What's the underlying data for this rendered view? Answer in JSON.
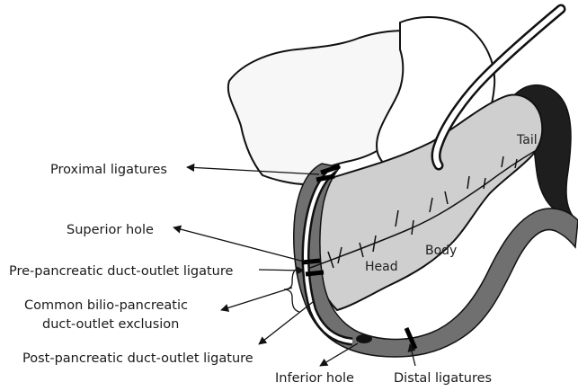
{
  "labels": {
    "proximal_ligatures": "Proximal ligatures",
    "superior_hole": "Superior hole",
    "pre_pancreatic": "Pre-pancreatic duct-outlet ligature",
    "common_line1": "Common bilio-pancreatic",
    "common_line2": "duct-outlet exclusion",
    "post_pancreatic": "Post-pancreatic duct-outlet ligature",
    "inferior_hole": "Inferior hole",
    "distal_ligatures": "Distal ligatures",
    "tail": "Tail",
    "body": "Body",
    "head": "Head"
  },
  "colors": {
    "liver_fill": "#f7f7f7",
    "pancreas_fill": "#cfcfcf",
    "bowel_fill": "#707070",
    "spleen_fill": "#1e1e1e",
    "outline": "#111111"
  }
}
